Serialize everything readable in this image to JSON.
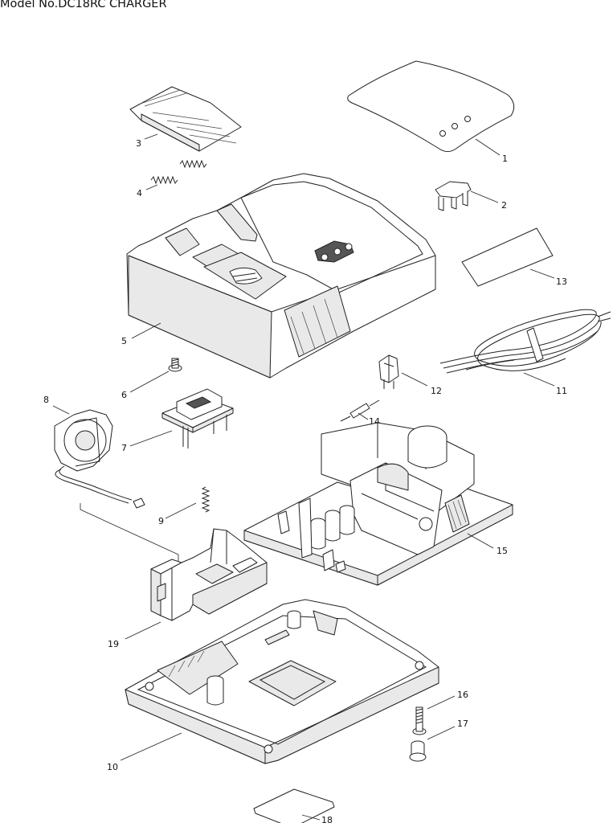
{
  "title": "Model No.DC18RC CHARGER",
  "parts": [
    {
      "id": "1",
      "label": "1"
    },
    {
      "id": "2",
      "label": "2"
    },
    {
      "id": "3",
      "label": "3"
    },
    {
      "id": "4",
      "label": "4"
    },
    {
      "id": "5",
      "label": "5"
    },
    {
      "id": "6",
      "label": "6"
    },
    {
      "id": "7",
      "label": "7"
    },
    {
      "id": "8",
      "label": "8"
    },
    {
      "id": "9",
      "label": "9"
    },
    {
      "id": "10",
      "label": "10"
    },
    {
      "id": "11",
      "label": "11"
    },
    {
      "id": "12",
      "label": "12"
    },
    {
      "id": "13",
      "label": "13"
    },
    {
      "id": "14",
      "label": "14"
    },
    {
      "id": "15",
      "label": "15"
    },
    {
      "id": "16",
      "label": "16"
    },
    {
      "id": "17",
      "label": "17"
    },
    {
      "id": "18",
      "label": "18"
    },
    {
      "id": "19",
      "label": "19"
    }
  ]
}
